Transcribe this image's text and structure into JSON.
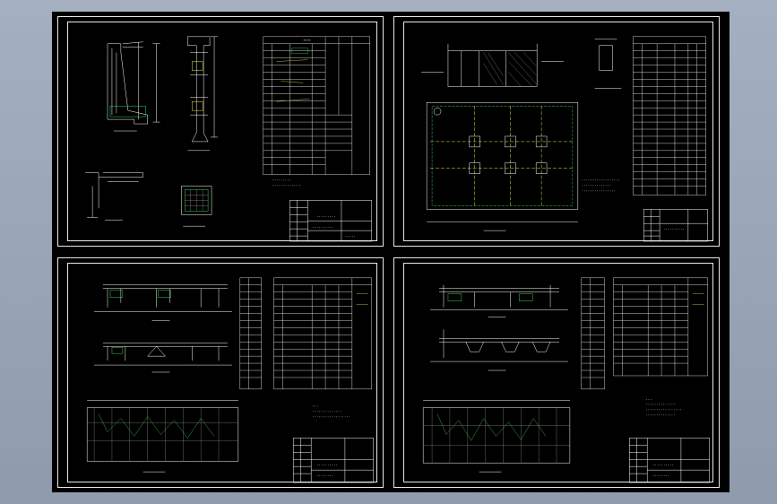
{
  "viewer": {
    "background_color": "#000000",
    "line_color": "#ffffff",
    "accent_green": "#39d353",
    "accent_yellow": "#e5e53c"
  },
  "sheets": [
    {
      "id": "sheet-1",
      "position": "top-left"
    },
    {
      "id": "sheet-2",
      "position": "top-right"
    },
    {
      "id": "sheet-3",
      "position": "bottom-left"
    },
    {
      "id": "sheet-4",
      "position": "bottom-right"
    }
  ]
}
